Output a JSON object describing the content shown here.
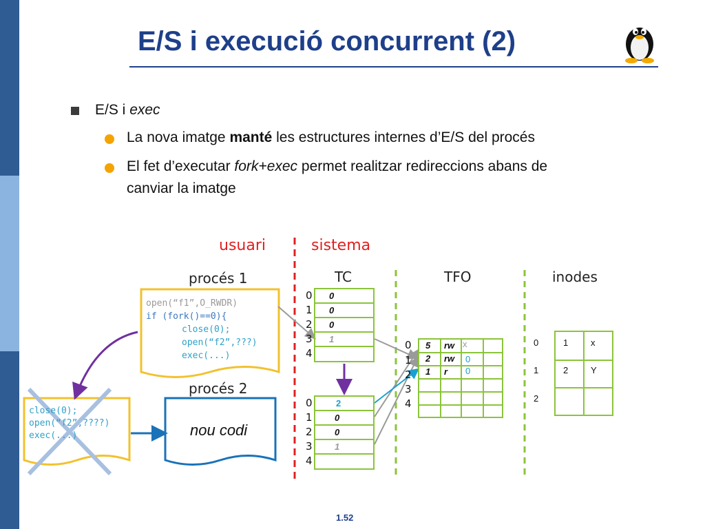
{
  "slide": {
    "title": "E/S i execució concurrent (2)",
    "page_number": "1.52"
  },
  "bullets": {
    "main_prefix": "E/S i ",
    "main_em": "exec",
    "sub1_a": "La nova imatge ",
    "sub1_bold": "manté",
    "sub1_b": " les estructures internes d’E/S del procés",
    "sub2_a": "El fet d’executar ",
    "sub2_em": "fork+exec",
    "sub2_b": " permet realitzar redireccions abans de",
    "sub2_c": "canviar la imatge"
  },
  "diagram": {
    "usuari": "usuari",
    "sistema": "sistema",
    "proces1": "procés 1",
    "proces2": "procés 2",
    "tc": "TC",
    "tfo": "TFO",
    "inodes": "inodes",
    "nou_codi": "nou codi",
    "code1": {
      "l1": "open(“f1”,O_RWDR)",
      "l2": "if (fork()==0){",
      "l3": "close(0);",
      "l4": "open(“f2”,???)",
      "l5": "exec(...)"
    },
    "code2": {
      "l1": "close(0);",
      "l2": "open(“f2”,????)",
      "l3": "exec(...)"
    },
    "tc1_idx": [
      "0",
      "1",
      "2",
      "3",
      "4"
    ],
    "tc1_vals": [
      "0",
      "0",
      "0",
      "1",
      ""
    ],
    "tc2_idx": [
      "0",
      "1",
      "2",
      "3",
      "4"
    ],
    "tc2_vals": [
      "2",
      "0",
      "0",
      "1",
      ""
    ],
    "tfo_idx": [
      "0",
      "1",
      "2",
      "3",
      "4"
    ],
    "tfo_rows": [
      {
        "c1": "5",
        "c2": "rw",
        "c3": "x"
      },
      {
        "c1": "2",
        "c2": "rw",
        "c3": "0"
      },
      {
        "c1": "1",
        "c2": "r",
        "c3": "0"
      }
    ],
    "inode_idx": [
      "0",
      "1",
      "2"
    ],
    "inode_rows": [
      {
        "c1": "1",
        "c2": "x"
      },
      {
        "c1": "2",
        "c2": "Y"
      }
    ]
  },
  "colors": {
    "title": "#1e3f8a",
    "accent_orange": "#f4a300",
    "green_table": "#8bc43a",
    "yellow_doc": "#f2c12e",
    "blue_doc": "#1a72b8",
    "purple_arrow": "#7030a0",
    "red_divider": "#e02020"
  }
}
